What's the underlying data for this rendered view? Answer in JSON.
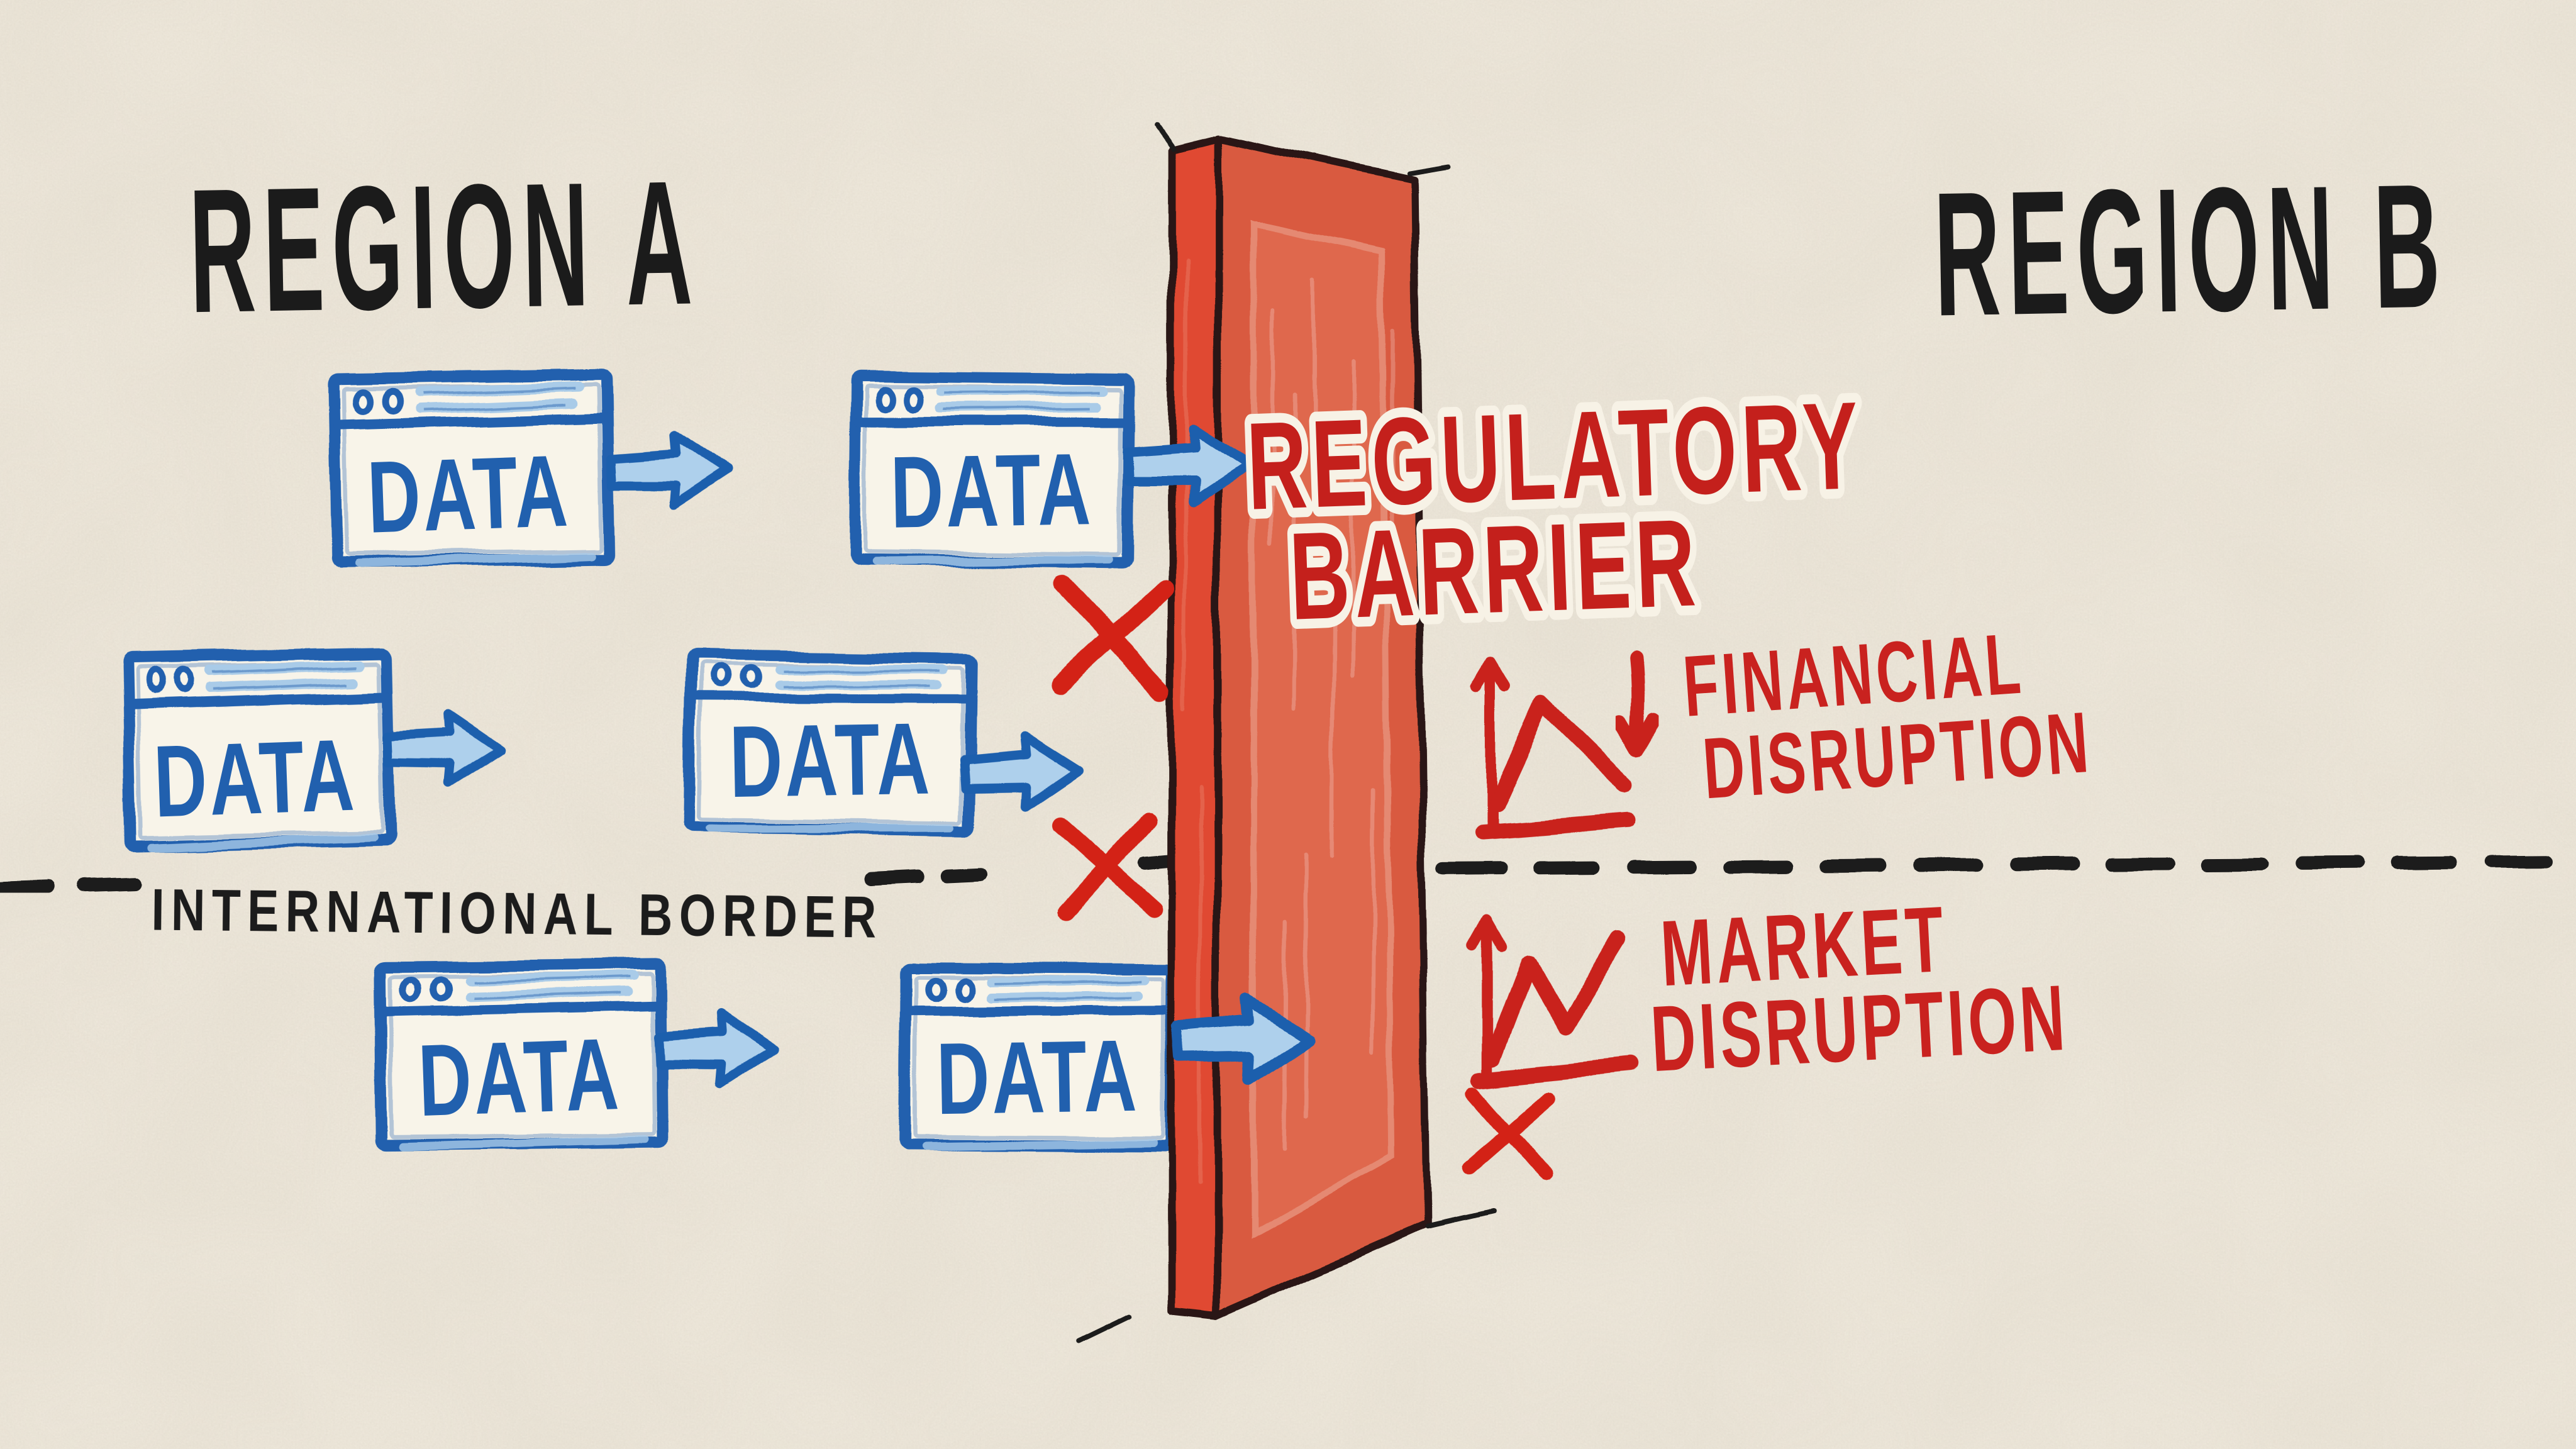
{
  "scene": {
    "description": "Hand-drawn whiteboard diagram of cross-border data flows blocked by a regulatory barrier",
    "paper_color": "#f1ebde",
    "ink_color": "#1c1c1c"
  },
  "regions": {
    "left_label": "REGION A",
    "right_label": "REGION B"
  },
  "border": {
    "label": "INTERNATIONAL BORDER",
    "line_style": "dashed",
    "line_color": "#1c1c1c"
  },
  "barrier": {
    "line1": "REGULATORY",
    "line2": "BARRIER",
    "front_color": "#d95a41",
    "side_color": "#e04a31",
    "outline_color": "#2a1712",
    "label_color": "#c4201c"
  },
  "data_flow": {
    "box_label": "DATA",
    "box_count": 6,
    "window_stroke_color": "#2160ae",
    "window_fill_color": "#f8f4e9",
    "arrow_fill_color": "#aed0ec",
    "arrow_stroke_color": "#1d5fad"
  },
  "blocked": {
    "x_mark_color": "#d32318",
    "x_mark_count": 3
  },
  "impacts": {
    "color": "#c9221f",
    "financial": {
      "line1": "FINANCIAL",
      "line2": "DISRUPTION",
      "icon": "declining-chart-icon",
      "secondary_icon": "down-arrow-icon"
    },
    "market": {
      "line1": "MARKET",
      "line2": "DISRUPTION",
      "icon": "volatile-chart-icon"
    }
  }
}
